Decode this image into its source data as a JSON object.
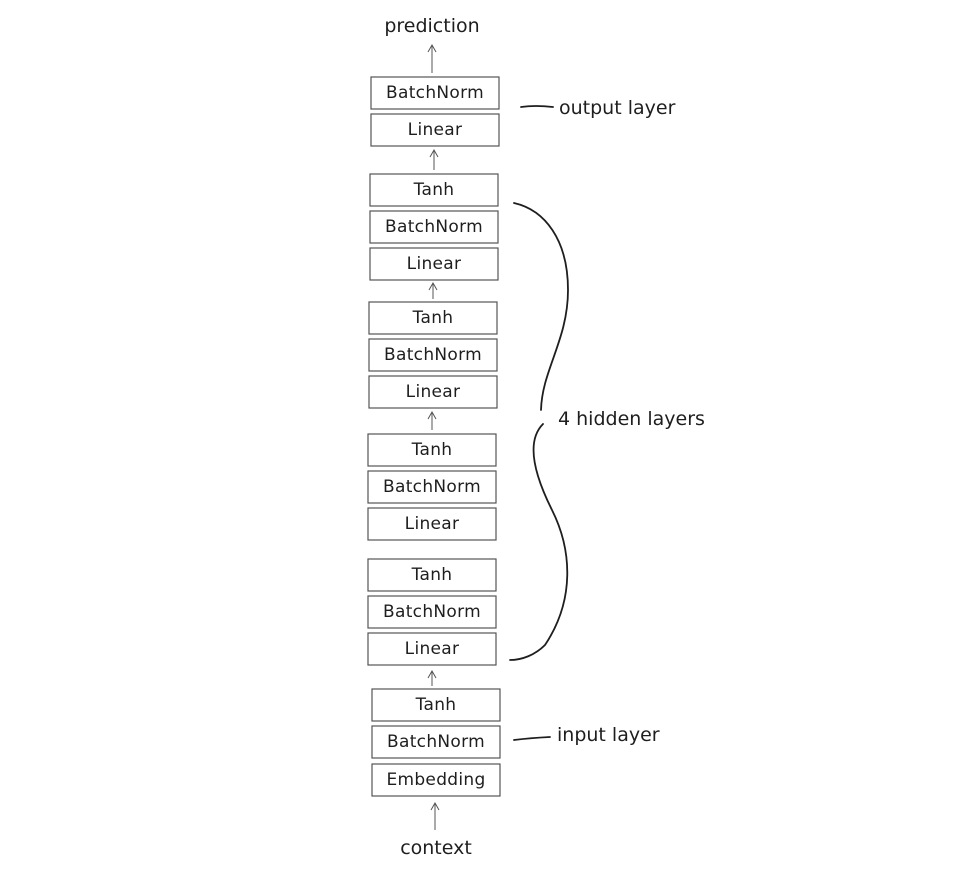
{
  "io": {
    "top_label": "prediction",
    "bottom_label": "context"
  },
  "groups": [
    {
      "id": "output",
      "blocks": [
        "BatchNorm",
        "Linear"
      ]
    },
    {
      "id": "hidden-4",
      "blocks": [
        "Tanh",
        "BatchNorm",
        "Linear"
      ]
    },
    {
      "id": "hidden-3",
      "blocks": [
        "Tanh",
        "BatchNorm",
        "Linear"
      ]
    },
    {
      "id": "hidden-2",
      "blocks": [
        "Tanh",
        "BatchNorm",
        "Linear"
      ]
    },
    {
      "id": "hidden-1",
      "blocks": [
        "Tanh",
        "BatchNorm",
        "Linear"
      ]
    },
    {
      "id": "input",
      "blocks": [
        "Tanh",
        "BatchNorm",
        "Embedding"
      ]
    }
  ],
  "annotations": {
    "output": "output layer",
    "hidden": "4 hidden layers",
    "input": "input layer"
  }
}
